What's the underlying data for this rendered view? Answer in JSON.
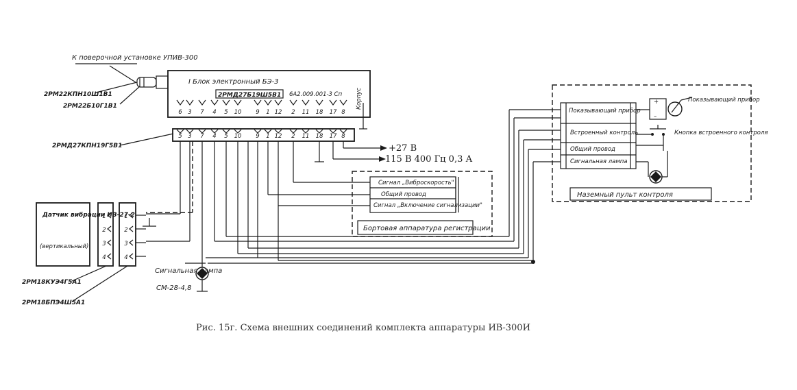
{
  "caption": "Рис. 15г. Схема внешних соединений комплекта аппаратуры ИВ-300И",
  "test_unit_label": "К поверочной установке УПИВ-300",
  "connectors": {
    "c1": "2РМ22КПН10Ш1В1",
    "c2": "2РМ22Б10Г1В1",
    "c3": "2РМД27КПН19Г5В1",
    "c4": "2РМ18КУЭ4Г5А1",
    "c5": "2РМ18БПЭ4Ш5А1"
  },
  "electronic_unit": {
    "title": "I Блок электронный БЭ-3",
    "connector": "2РМД27Б19Ш5В1",
    "doc_number": "6А2.009.001-3 Сп",
    "case_label": "Корпус",
    "pins_top": [
      "6",
      "3",
      "7",
      "4",
      "5",
      "10",
      "9",
      "1",
      "12",
      "2",
      "11",
      "18",
      "17",
      "8"
    ],
    "pins_bottom": [
      "5",
      "3",
      "7",
      "4",
      "5",
      "10",
      "9",
      "1",
      "12",
      "2",
      "11",
      "18",
      "17",
      "8"
    ]
  },
  "power": {
    "dc": "+27 В",
    "ac": "115 В 400 Гц 0,3 А"
  },
  "sensor": {
    "title": "Датчик вибрации ИВ-27-2",
    "subtitle": "(вертикальный)",
    "pins": [
      "1",
      "2",
      "3",
      "4"
    ]
  },
  "signal_lamp": {
    "label": "Сигнальная лампа",
    "model": "СМ-28-4,8"
  },
  "onboard_recorder": {
    "rows": [
      "Сигнал „Виброскорость\"",
      "Общий провод",
      "Сигнал „Включение сигнализации\""
    ],
    "title": "Бортовая аппаратура регистрации"
  },
  "control_panel": {
    "rows": [
      "Показывающий прибор",
      "Встроенный контроль",
      "Общий провод",
      "Сигнальная лампа"
    ],
    "indicator_label": "Показывающий прибор",
    "button_label": "Кнопка встроенного контроля",
    "title": "Наземный пульт контроля"
  }
}
